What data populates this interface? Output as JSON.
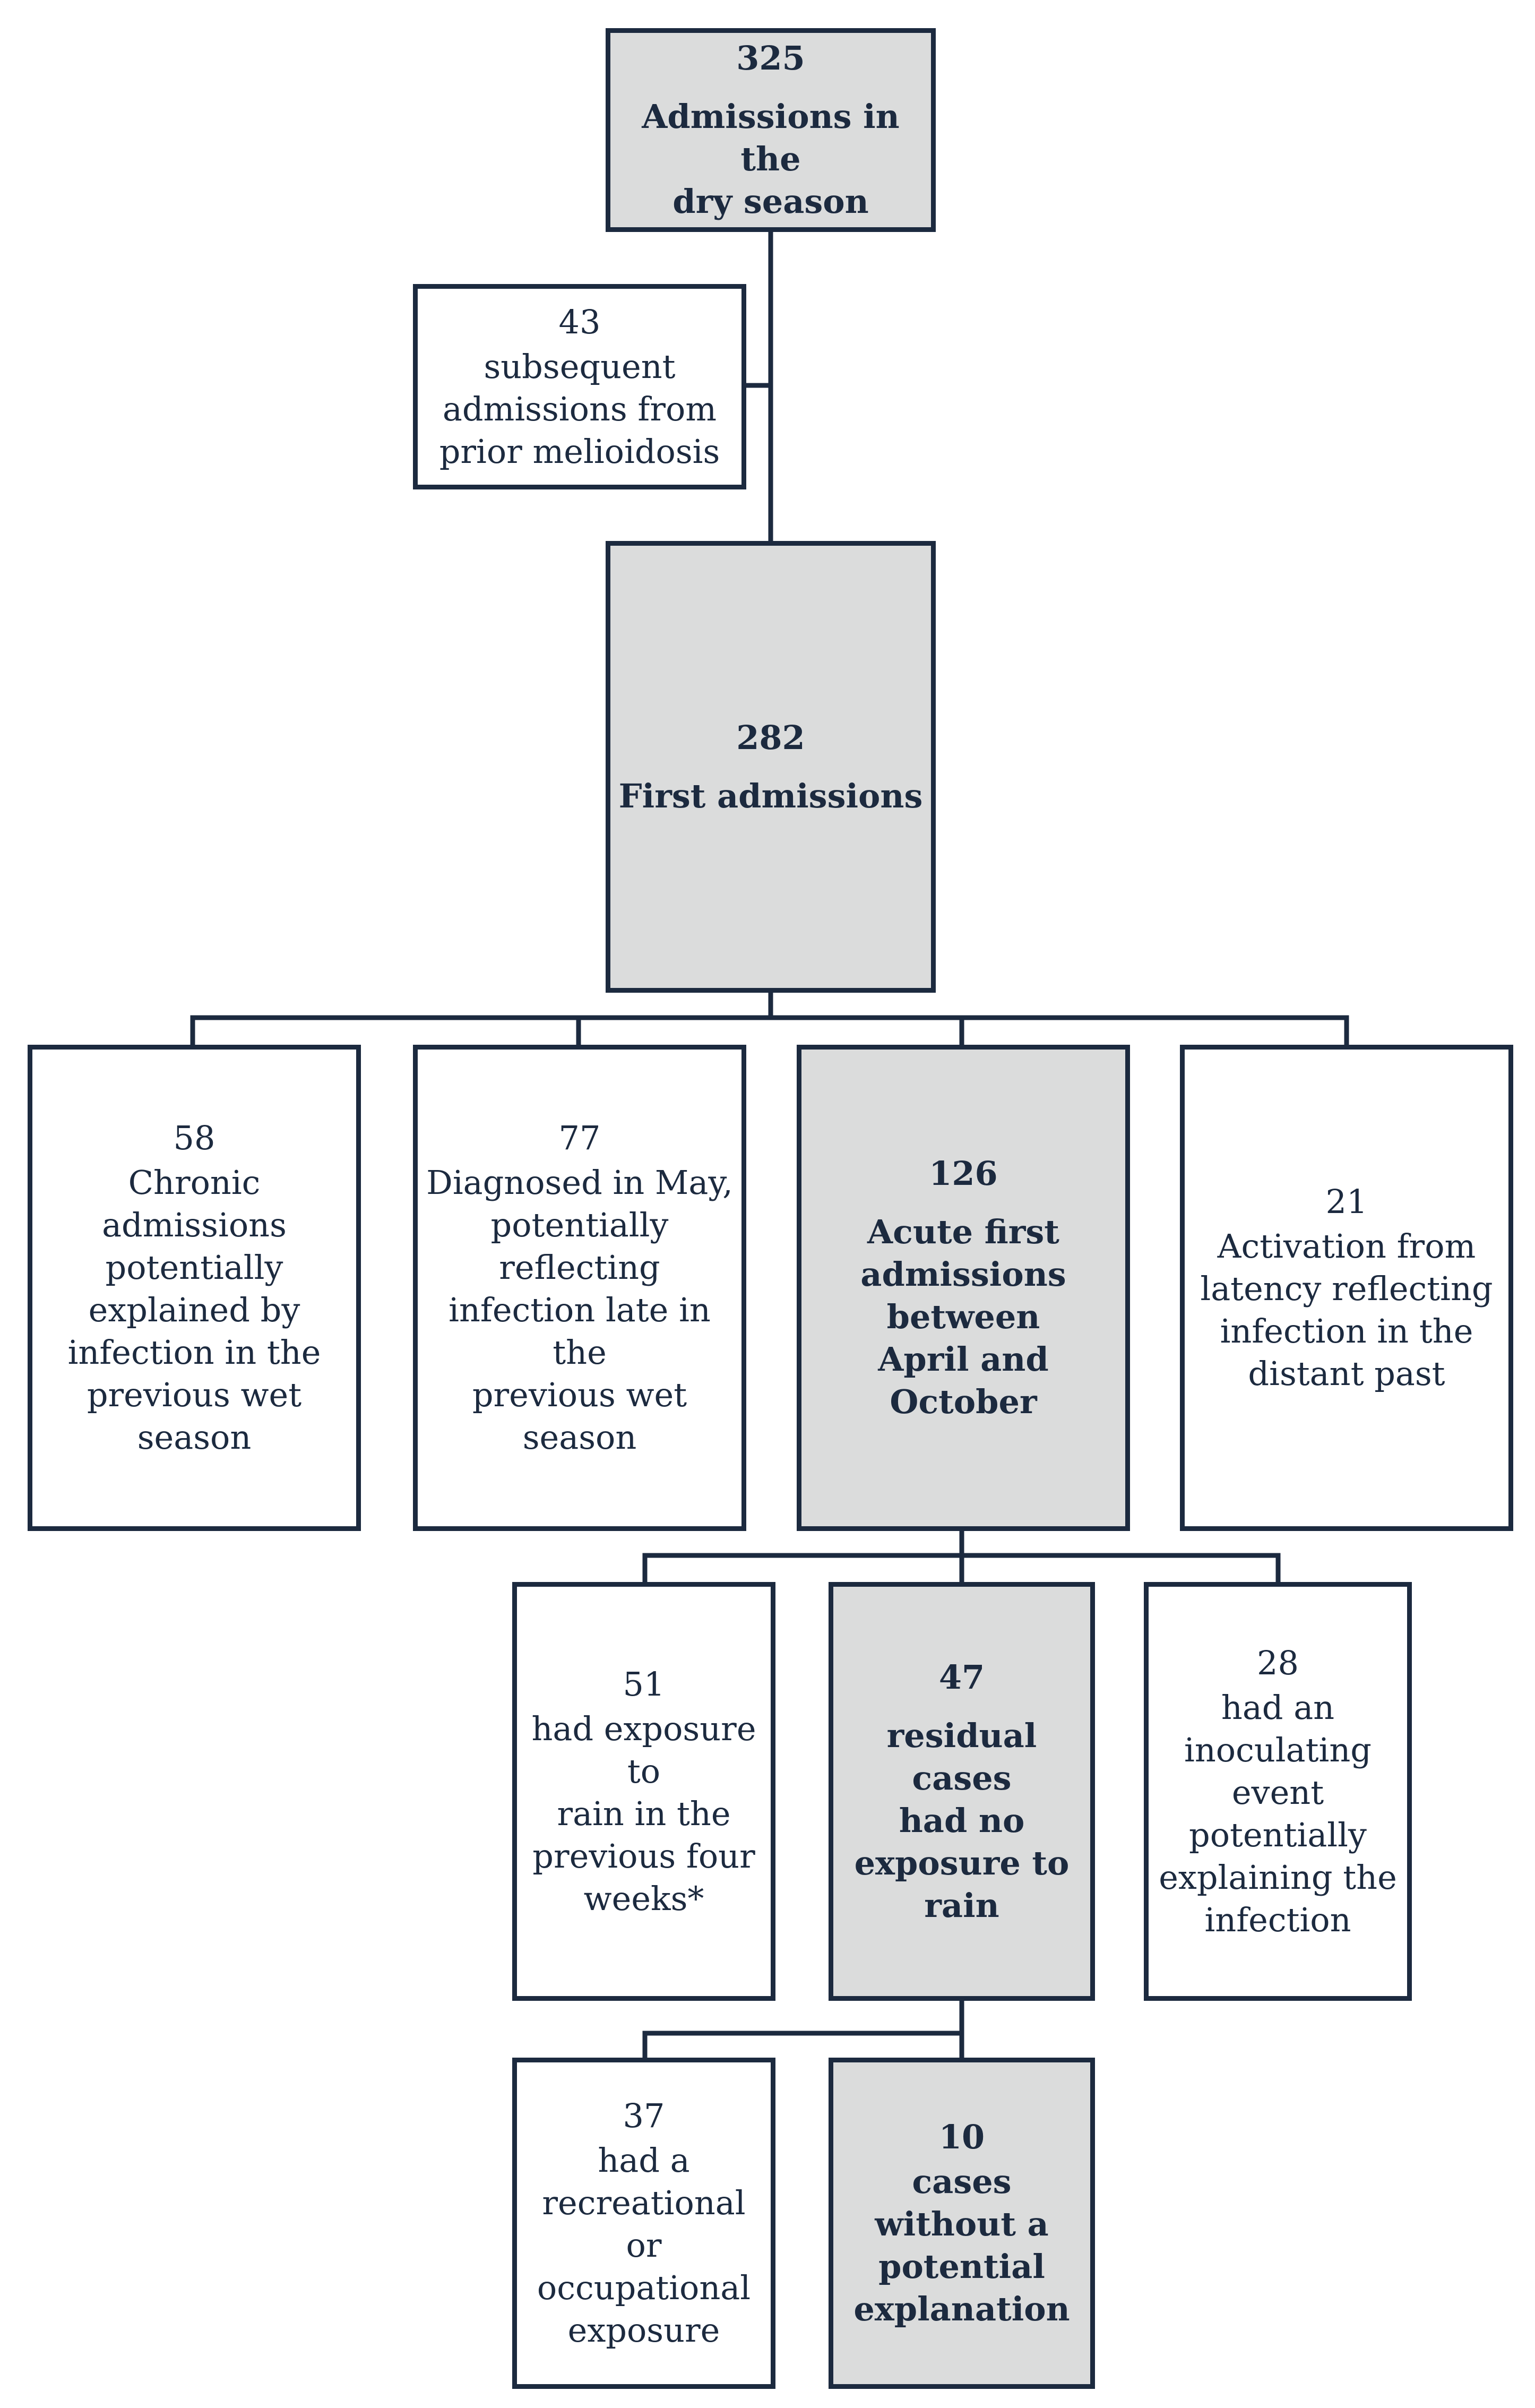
{
  "nodes": {
    "dry_season": {
      "count": "325",
      "label": "Admissions in the\ndry season"
    },
    "subsequent": {
      "count": "43",
      "label": "subsequent\nadmissions from\nprior melioidosis"
    },
    "first": {
      "count": "282",
      "label": "First admissions"
    },
    "chronic": {
      "count": "58",
      "label": "Chronic admissions\npotentially\nexplained by\ninfection in the\nprevious wet season"
    },
    "may": {
      "count": "77",
      "label": "Diagnosed in May,\npotentially reflecting\ninfection late in the\nprevious wet season"
    },
    "acute": {
      "count": "126",
      "label": "Acute first\nadmissions between\nApril and October"
    },
    "latency": {
      "count": "21",
      "label": "Activation from\nlatency reflecting\ninfection in the\ndistant past"
    },
    "rain_exposure": {
      "count": "51",
      "label": "had exposure to\nrain in the\nprevious four\nweeks*"
    },
    "residual": {
      "count": "47",
      "label": "residual cases\nhad no\nexposure to rain"
    },
    "inoculating": {
      "count": "28",
      "label": "had an\ninoculating\nevent potentially\nexplaining the\ninfection"
    },
    "recreational": {
      "count": "37",
      "label": "had a\nrecreational or\noccupational\nexposure"
    },
    "unexplained": {
      "count": "10",
      "label": "cases without a\npotential\nexplanation"
    }
  },
  "colors": {
    "line": "#1c2a3f",
    "highlight_fill": "#dbdcdc",
    "plain_fill": "#ffffff"
  }
}
